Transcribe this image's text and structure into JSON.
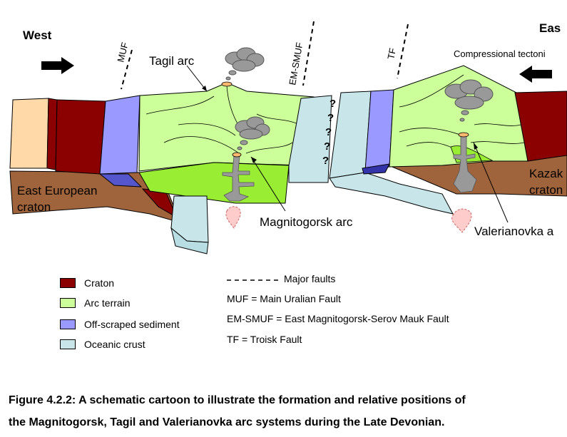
{
  "directions": {
    "west": "West",
    "east": "Eas"
  },
  "faults": {
    "muf": "MUF",
    "emsmuf": "EM-SMUF",
    "tf": "TF"
  },
  "labels": {
    "tagil": "Tagil arc",
    "compressional": "Compressional tectoni",
    "magnitogorsk": "Magnitogorsk arc",
    "valerianovka": "Valerianovka a",
    "east_european_1": "East European",
    "east_european_2": "craton",
    "kazakh_1": "Kazak",
    "kazakh_2": "craton",
    "unknown_mark": "?"
  },
  "legend": [
    {
      "label": "Craton",
      "color": "#8b0000"
    },
    {
      "label": "Arc terrain",
      "color": "#ccff99"
    },
    {
      "label": "Off-scraped sediment",
      "color": "#9999ff"
    },
    {
      "label": "Oceanic crust",
      "color": "#c8e6ea"
    }
  ],
  "fault_legend": {
    "line_label": "Major faults",
    "entries": [
      "MUF = Main Uralian Fault",
      "EM-SMUF = East Magnitogorsk-Serov Mauk Fault",
      "TF = Troisk Fault"
    ]
  },
  "caption": {
    "line1": "Figure 4.2.2: A schematic cartoon to illustrate the formation and relative positions of",
    "line2": "the Magnitogorsk, Tagil and Valerianovka arc systems during the Late Devonian."
  },
  "colors": {
    "craton": "#8b0000",
    "arc": "#ccff99",
    "arc_bright": "#99ee33",
    "sediment": "#9999ff",
    "oceanic": "#c8e6ea",
    "crust_brown": "#a0643c",
    "peach": "#ffd9a8",
    "magma": "#999999",
    "melt": "#ffcccc",
    "vent": "#ffb870"
  }
}
